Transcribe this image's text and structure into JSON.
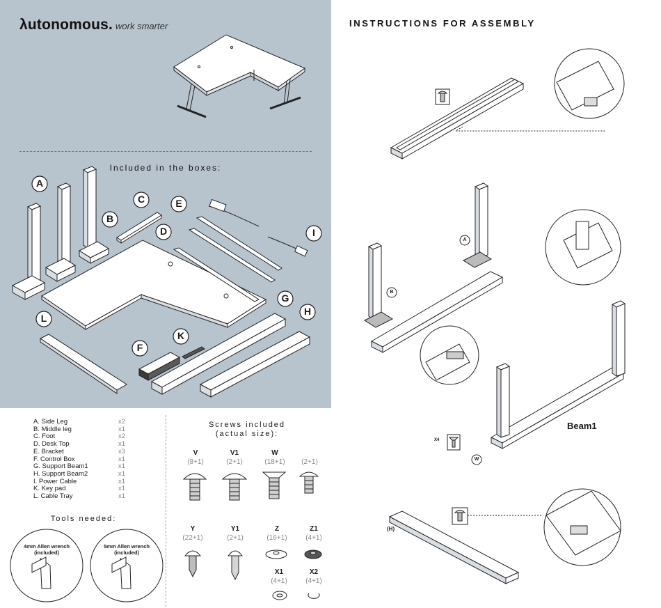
{
  "brand": {
    "logo": "λutonomous",
    "dot": ".",
    "tagline": "work smarter"
  },
  "included_title": "Included in the boxes:",
  "part_letters": [
    "A",
    "B",
    "C",
    "D",
    "E",
    "G",
    "H",
    "I",
    "L",
    "F",
    "K"
  ],
  "parts": [
    {
      "label": "A. Side Leg",
      "qty": "x2"
    },
    {
      "label": "B. Middle leg",
      "qty": "x1"
    },
    {
      "label": "C. Foot",
      "qty": "x2"
    },
    {
      "label": "D. Desk Top",
      "qty": "x1"
    },
    {
      "label": "E. Bracket",
      "qty": "x3"
    },
    {
      "label": "F. Control Box",
      "qty": "x1"
    },
    {
      "label": "G. Support Beam1",
      "qty": "x1"
    },
    {
      "label": "H. Support Beam2",
      "qty": "x1"
    },
    {
      "label": "I.  Power Cable",
      "qty": "x1"
    },
    {
      "label": "K. Key pad",
      "qty": "x1"
    },
    {
      "label": "L. Cable Tray",
      "qty": "x1"
    }
  ],
  "screws_title_line1": "Screws included",
  "screws_title_line2": "(actual size):",
  "screws": [
    {
      "label": "V",
      "count": "(8+1)"
    },
    {
      "label": "V1",
      "count": "(2+1)"
    },
    {
      "label": "W",
      "count": "(18+1)"
    },
    {
      "label": "",
      "count": "(2+1)"
    },
    {
      "label": "Y",
      "count": "(22+1)"
    },
    {
      "label": "Y1",
      "count": "(2+1)"
    },
    {
      "label": "Z",
      "count": "(16+1)"
    },
    {
      "label": "Z1",
      "count": "(4+1)"
    },
    {
      "label": "X1",
      "count": "(4+1)"
    },
    {
      "label": "X2",
      "count": "(4+1)"
    }
  ],
  "tools_title": "Tools needed:",
  "tools": [
    {
      "line1": "4mm Allen wrench",
      "line2": "(included)"
    },
    {
      "line1": "5mm Allen wrench",
      "line2": "(included)"
    }
  ],
  "right_title": "INSTRUCTIONS FOR ASSEMBLY",
  "assembly_labels": {
    "a": "A",
    "b": "B",
    "w": "W",
    "x4": "X4",
    "beam1": "Beam1",
    "h": "(H)"
  }
}
